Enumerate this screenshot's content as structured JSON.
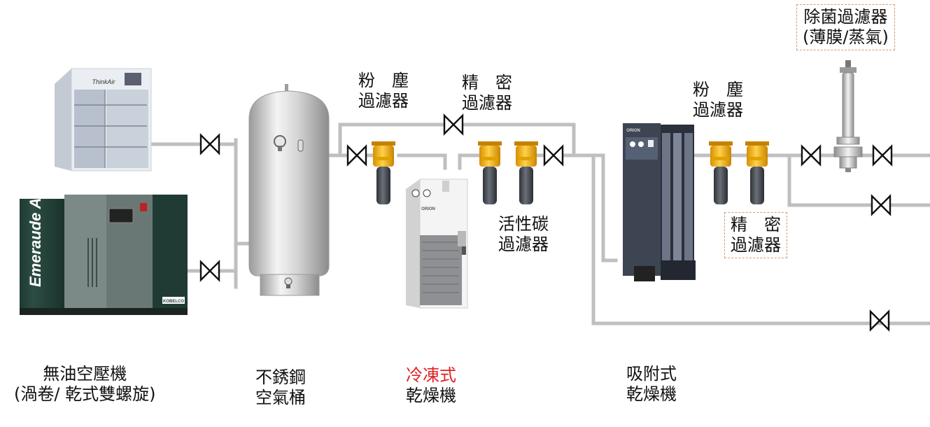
{
  "colors": {
    "pipe": "#bfbfbf",
    "filter_cap": "#f2b51c",
    "filter_body": "#4b4f57",
    "accent_red": "#e02020",
    "callout_border": "#d89a6a"
  },
  "labels": {
    "oilfree_compressor": {
      "line1": "無油空壓機",
      "line2": "(渦卷/ 乾式雙螺旋)"
    },
    "stainless_tank": {
      "line1": "不銹鋼",
      "line2": "空氣桶"
    },
    "refrigerated_dryer": {
      "line1": "冷凍式",
      "line2": "乾燥機"
    },
    "adsorption_dryer": {
      "line1": "吸附式",
      "line2": "乾燥機"
    },
    "dust_filter_1": {
      "line1": "粉　塵",
      "line2": "過濾器"
    },
    "precision_filter_1": {
      "line1": "精　密",
      "line2": "過濾器"
    },
    "activated_carbon_filter": {
      "line1": "活性碳",
      "line2": "過濾器"
    },
    "dust_filter_2": {
      "line1": "粉　塵",
      "line2": "過濾器"
    },
    "precision_filter_2": {
      "line1": "精　密",
      "line2": "過濾器"
    },
    "sterile_filter": {
      "line1": "除菌過濾器",
      "line2": "(薄膜/蒸氣)"
    }
  },
  "equipment": {
    "scroll_compressor_brand": "ThinkAir",
    "screw_compressor_brand": "Emeraude ALE",
    "screw_compressor_maker": "KOBELCO",
    "dryer_maker": "ORION"
  },
  "icons": {
    "valve": "butterfly-valve-icon"
  }
}
